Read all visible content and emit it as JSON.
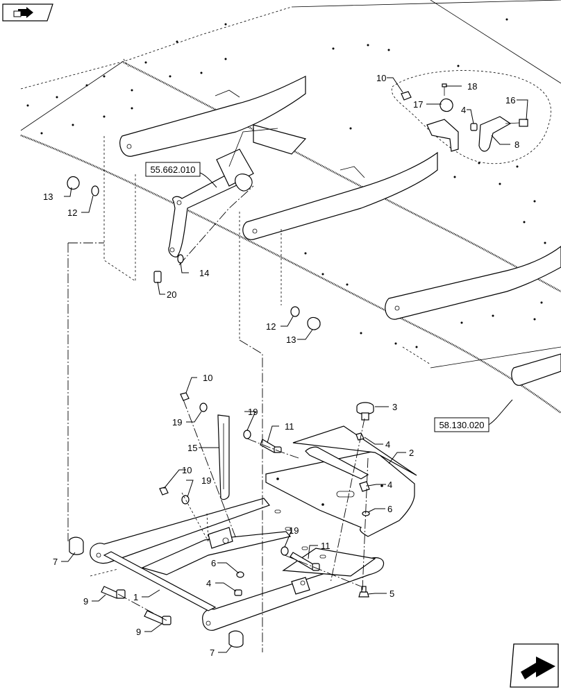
{
  "reference_boxes": [
    {
      "id": "ref-55-662",
      "text": "55.662.010"
    },
    {
      "id": "ref-58-130",
      "text": "58.130.020"
    }
  ],
  "callouts": {
    "c1": "1",
    "c2": "2",
    "c3": "3",
    "c4a": "4",
    "c4b": "4",
    "c4c": "4",
    "c4d": "4",
    "c5": "5",
    "c6a": "6",
    "c6b": "6",
    "c7a": "7",
    "c7b": "7",
    "c8": "8",
    "c9a": "9",
    "c9b": "9",
    "c10a": "10",
    "c10b": "10",
    "c10c": "10",
    "c11a": "11",
    "c11b": "11",
    "c12a": "12",
    "c12b": "12",
    "c13a": "13",
    "c13b": "13",
    "c14": "14",
    "c15": "15",
    "c16": "16",
    "c17": "17",
    "c18": "18",
    "c19a": "19",
    "c19b": "19",
    "c19c": "19",
    "c19d": "19",
    "c20": "20"
  },
  "icons": {
    "top_left": "previous-page-icon",
    "bottom_right": "next-page-icon"
  }
}
